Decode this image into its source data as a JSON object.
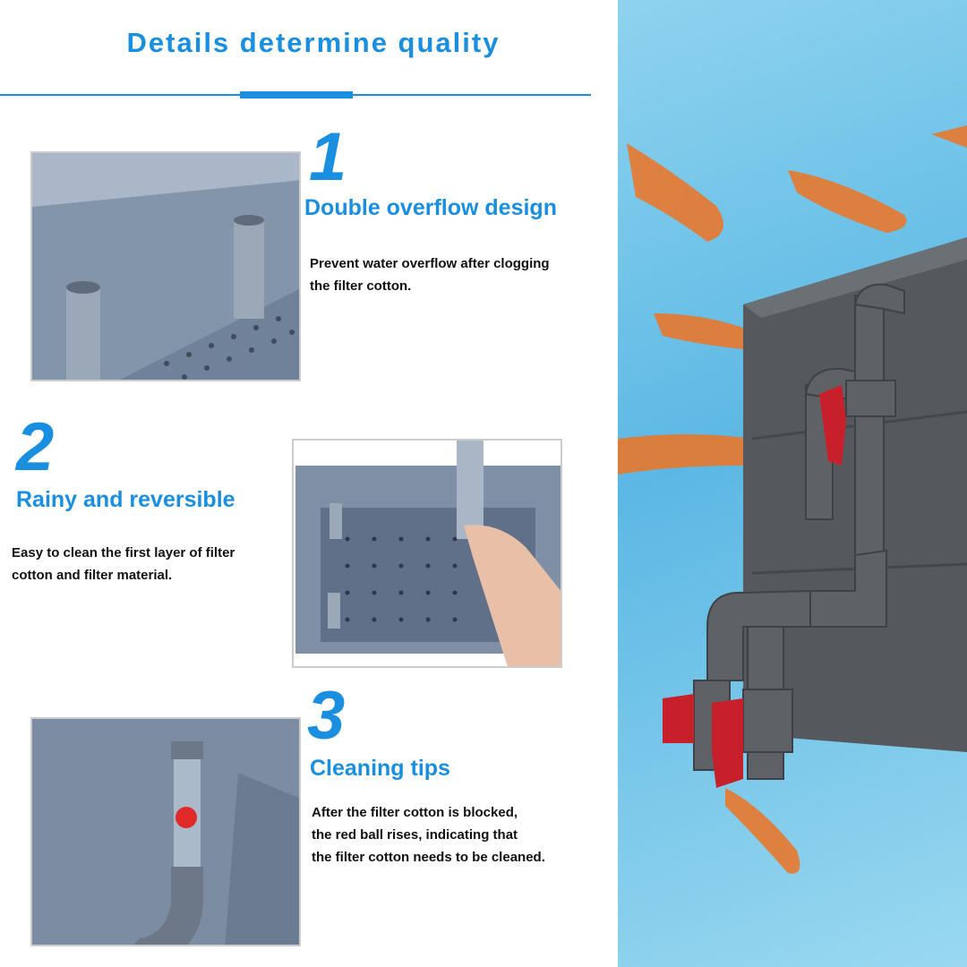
{
  "title": "Details determine quality",
  "sections": [
    {
      "number": "1",
      "heading": "Double overflow design",
      "lines": [
        "Prevent water overflow after clogging",
        "the filter cotton."
      ]
    },
    {
      "number": "2",
      "heading": "Rainy and reversible",
      "lines": [
        "Easy to clean the first layer of filter",
        "cotton and filter material."
      ]
    },
    {
      "number": "3",
      "heading": "Cleaning tips",
      "lines": [
        "After the filter cotton is blocked,",
        "the red ball rises, indicating that",
        "the filter cotton needs to be cleaned."
      ]
    }
  ],
  "colors": {
    "accent": "#1a8fe0",
    "box": "#55595e",
    "valve": "#c8202a"
  }
}
